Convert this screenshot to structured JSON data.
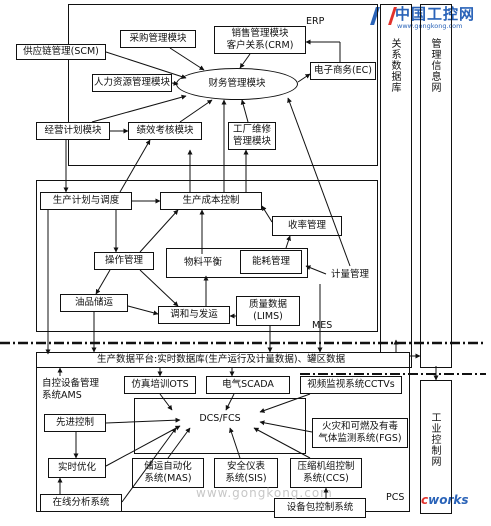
{
  "logos": {
    "top_name": "中国工控网",
    "top_url": "www.gongkong.com",
    "bottom_lead": "c",
    "bottom_rest": "works"
  },
  "side_labels": {
    "relational_db": "关系数据库",
    "management_net": "管理信息网",
    "industrial_net": "工业控制网"
  },
  "erp": {
    "tag": "ERP",
    "scm": "供应链管理(SCM)",
    "purchase": "采购管理模块",
    "sales_line1": "销售管理模块",
    "sales_line2": "客户关系(CRM)",
    "hr": "人力资源管理模块",
    "finance": "财务管理模块",
    "ec": "电子商务(EC)",
    "planning": "经营计划模块",
    "performance": "绩效考核模块",
    "maintenance_line1": "工厂维修",
    "maintenance_line2": "管理模块"
  },
  "mes": {
    "tag": "MES",
    "scheduling": "生产计划与调度",
    "cost": "生产成本控制",
    "yield": "收率管理",
    "operation": "操作管理",
    "material": "物料平衡",
    "energy": "能耗管理",
    "metering": "计量管理",
    "storage": "油品储运",
    "blending": "调和与发运",
    "quality_line1": "质量数据",
    "quality_line2": "(LIMS)"
  },
  "platform": {
    "label": "生产数据平台:实时数据库(生产运行及计量数据)、罐区数据"
  },
  "pcs": {
    "tag": "PCS",
    "ams_line1": "自控设备管理",
    "ams_line2": "系统AMS",
    "ots": "仿真培训OTS",
    "scada": "电气SCADA",
    "cctv": "视频监视系统CCTVs",
    "dcs": "DCS/FCS",
    "apc": "先进控制",
    "fgs_line1": "火灾和可燃及有毒",
    "fgs_line2": "气体监测系统(FGS)",
    "rto": "实时优化",
    "mas_line1": "储运自动化",
    "mas_line2": "系统(MAS)",
    "sis_line1": "安全仪表",
    "sis_line2": "系统(SIS)",
    "ccs_line1": "压缩机组控制",
    "ccs_line2": "系统(CCS)",
    "analyzer": "在线分析系统",
    "package": "设备包控制系统"
  },
  "watermark": {
    "url": "www.gongkong.com"
  }
}
